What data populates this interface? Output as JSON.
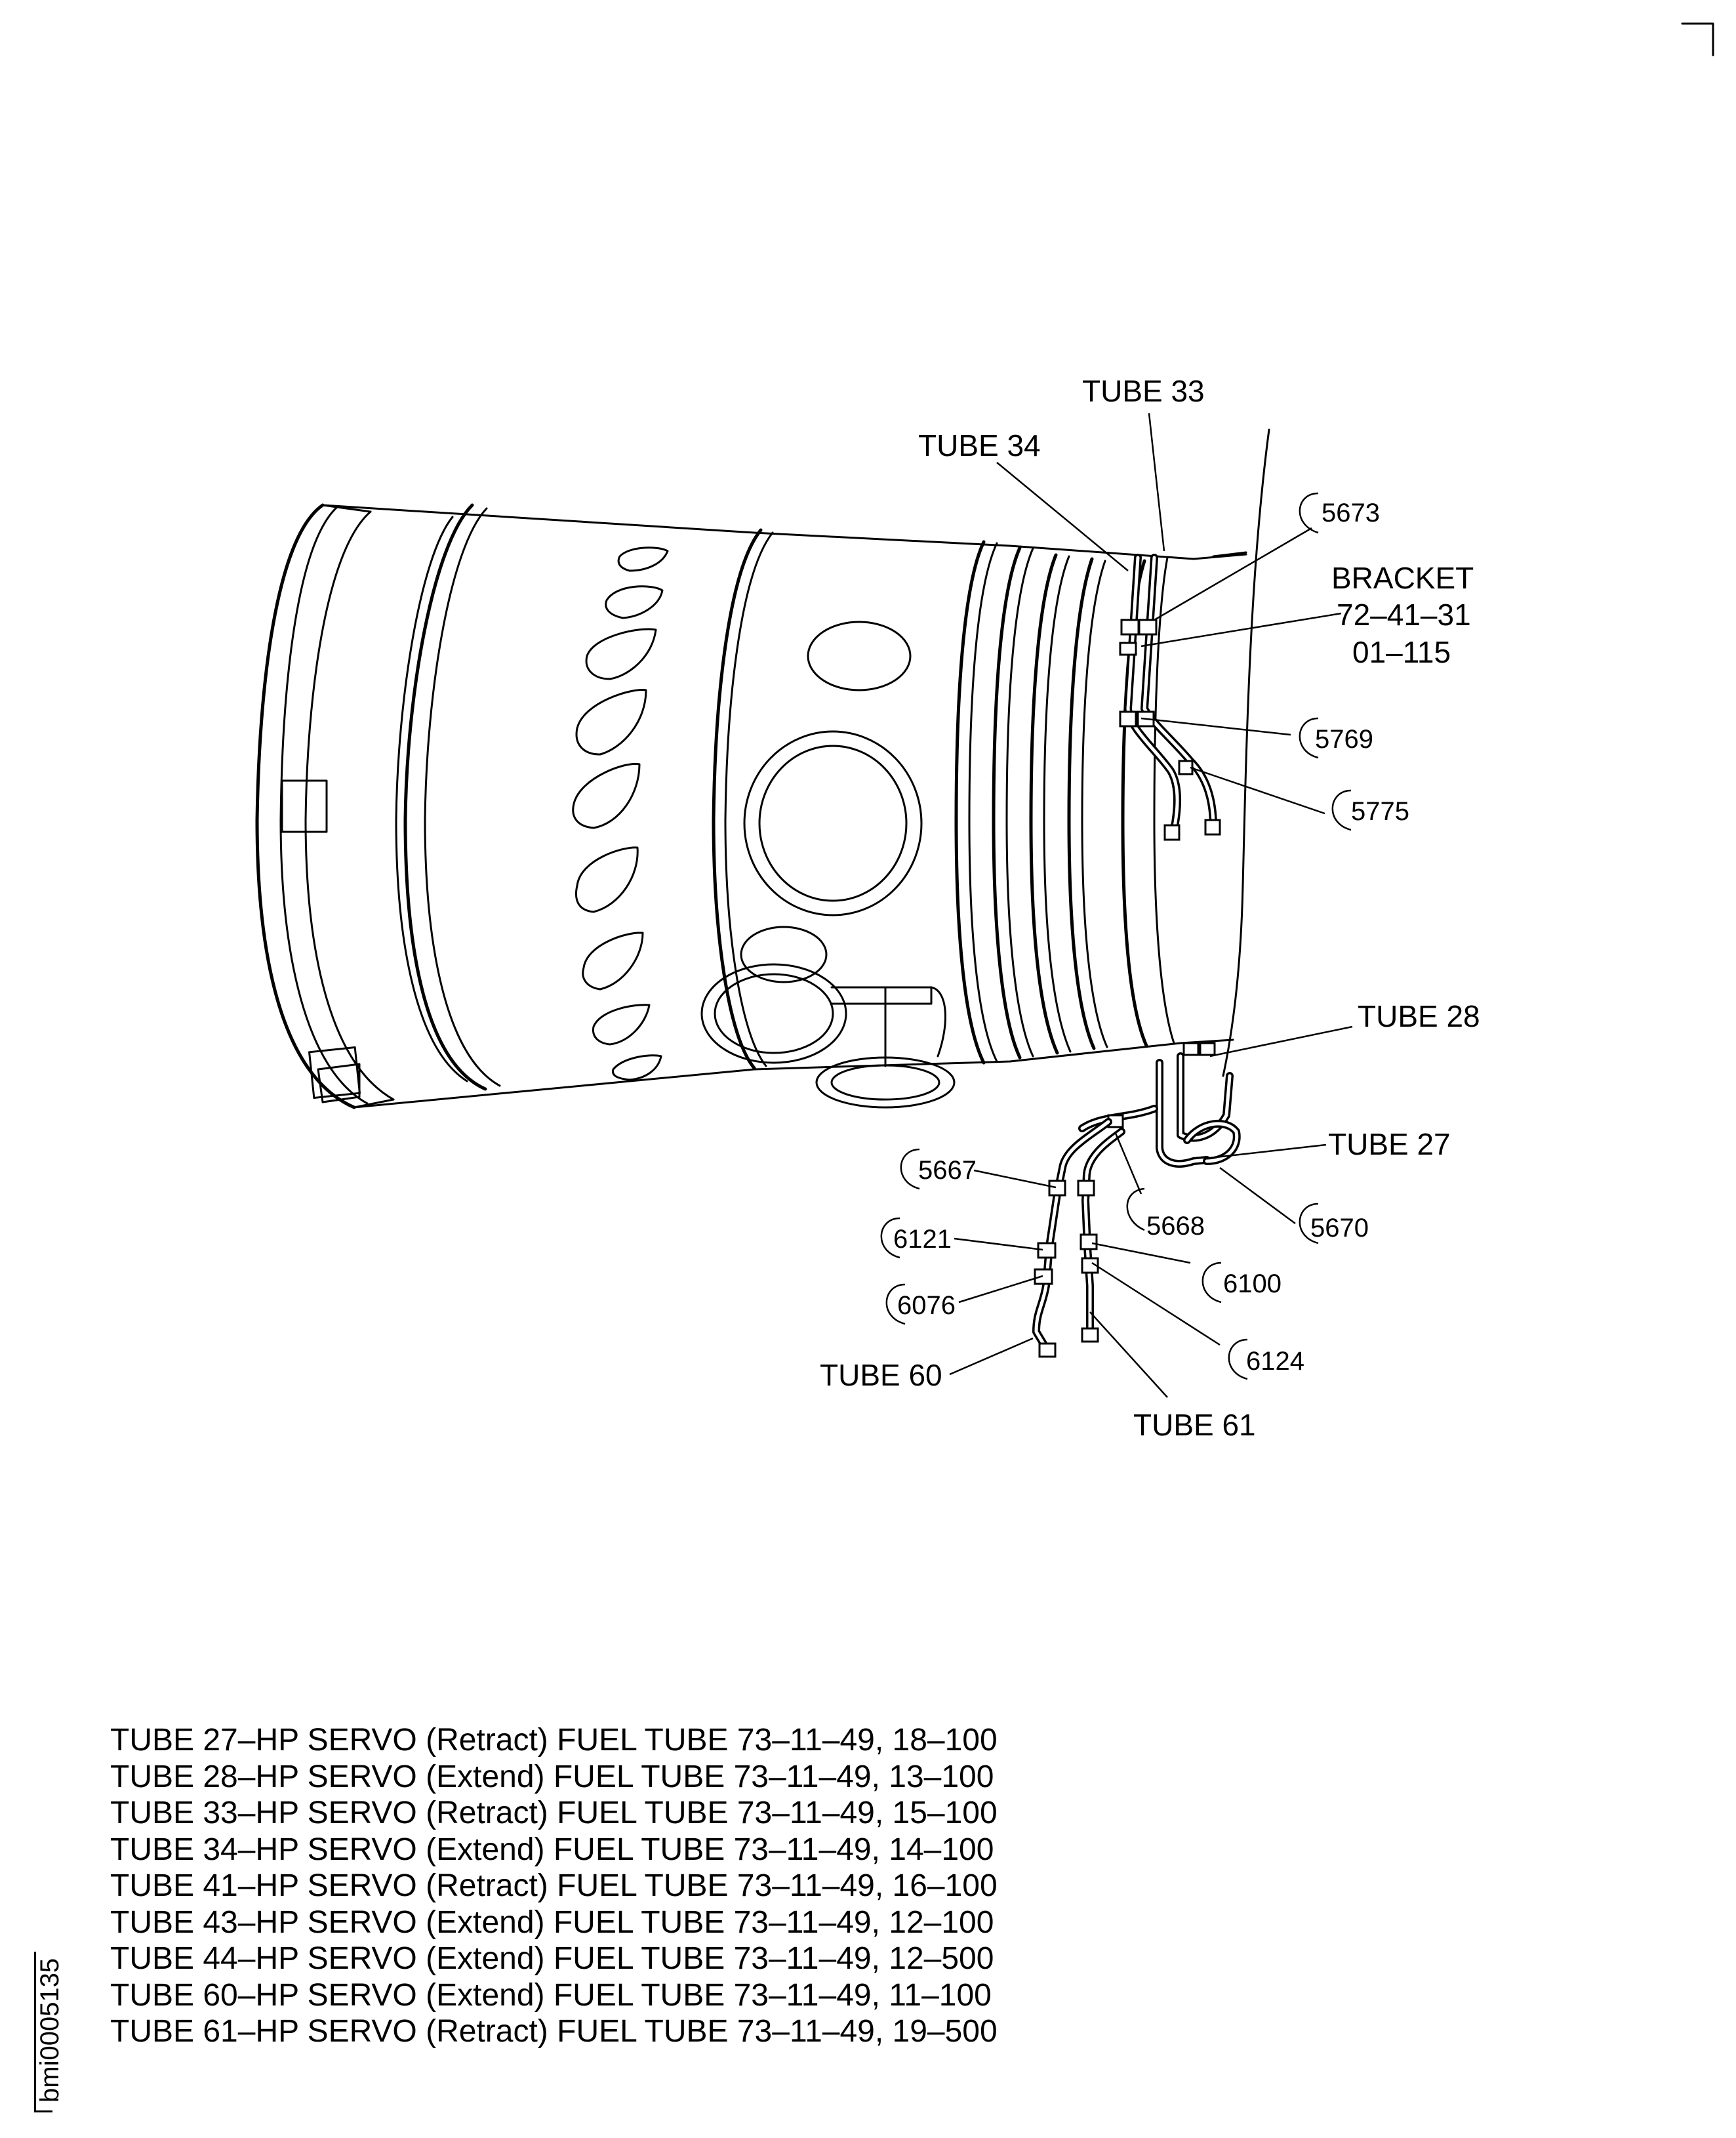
{
  "callouts": {
    "tube_33": "TUBE 33",
    "tube_34": "TUBE 34",
    "n5673": "5673",
    "bracket_line1": "BRACKET",
    "bracket_line2": "72–41–31",
    "bracket_line3": "01–115",
    "n5769": "5769",
    "n5775": "5775",
    "tube_28": "TUBE 28",
    "tube_27": "TUBE 27",
    "n5667": "5667",
    "n5668": "5668",
    "n5670": "5670",
    "n6121": "6121",
    "n6100": "6100",
    "n6076": "6076",
    "n6124": "6124",
    "tube_60": "TUBE 60",
    "tube_61": "TUBE 61"
  },
  "legend": [
    "TUBE 27–HP SERVO (Retract) FUEL TUBE 73–11–49, 18–100",
    "TUBE 28–HP SERVO (Extend) FUEL TUBE 73–11–49, 13–100",
    "TUBE 33–HP SERVO (Retract) FUEL TUBE 73–11–49, 15–100",
    "TUBE 34–HP SERVO (Extend) FUEL TUBE 73–11–49, 14–100",
    "TUBE 41–HP SERVO (Retract) FUEL TUBE 73–11–49, 16–100",
    "TUBE 43–HP SERVO (Extend) FUEL TUBE 73–11–49, 12–100",
    "TUBE 44–HP SERVO (Extend) FUEL TUBE 73–11–49, 12–500",
    "TUBE 60–HP SERVO (Extend) FUEL TUBE 73–11–49, 11–100",
    "TUBE 61–HP SERVO (Retract) FUEL TUBE 73–11–49, 19–500"
  ],
  "document_id": "bmi0005135"
}
